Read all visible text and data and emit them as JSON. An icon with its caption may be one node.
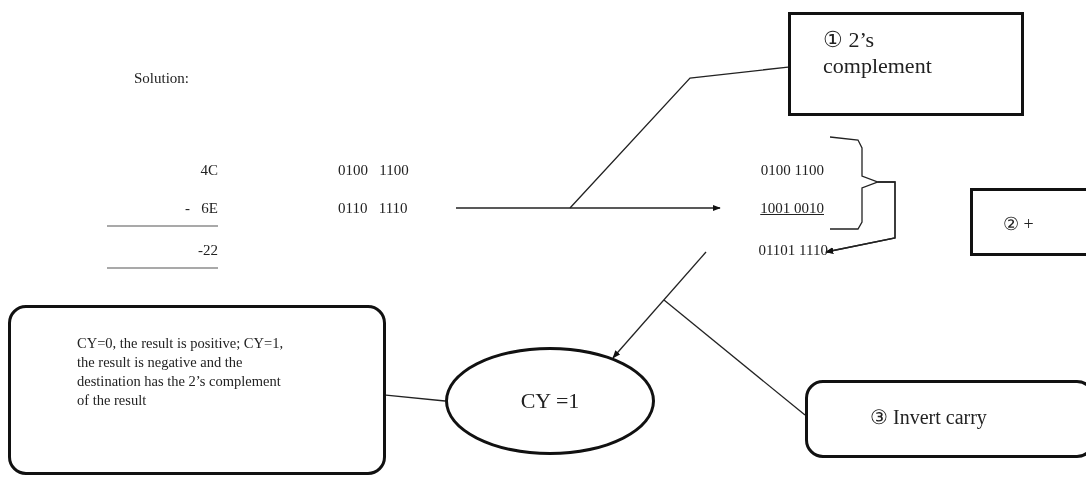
{
  "diagram": {
    "nodes": [
      {
        "text": [
          "① 2’s complement"
        ]
      },
      {
        "text": [
          "0110   1110"
        ]
      },
      {
        "text": [
          "1001 0010"
        ]
      },
      {
        "text": [
          "0100 1100"
        ]
      },
      {
        "text": [
          "01101 1110"
        ]
      },
      {
        "text": [
          "② +"
        ]
      },
      {
        "text": [
          "CY=0, the result is positive; CY=1, the result is negative and the destination has the 2’s complement of the result"
        ]
      },
      {
        "text": [
          "CY =1"
        ]
      },
      {
        "text": [
          "③ Invert carry"
        ]
      }
    ],
    "edges": [
      {
        "from": 0,
        "to": null,
        "arrow": "none"
      },
      {
        "from": 1,
        "to": 2,
        "arrow": "to"
      },
      {
        "from": 3,
        "to": 4,
        "arrow": "to"
      },
      {
        "from": 2,
        "to": 4,
        "arrow": "to"
      },
      {
        "from": 4,
        "to": 7,
        "arrow": "to"
      },
      {
        "from": 8,
        "to": null,
        "arrow": "none"
      },
      {
        "from": 6,
        "to": 7,
        "arrow": "none"
      }
    ],
    "labels": [
      "Solution:",
      "4C",
      "0100   1100",
      "-   6E",
      "-22"
    ]
  }
}
